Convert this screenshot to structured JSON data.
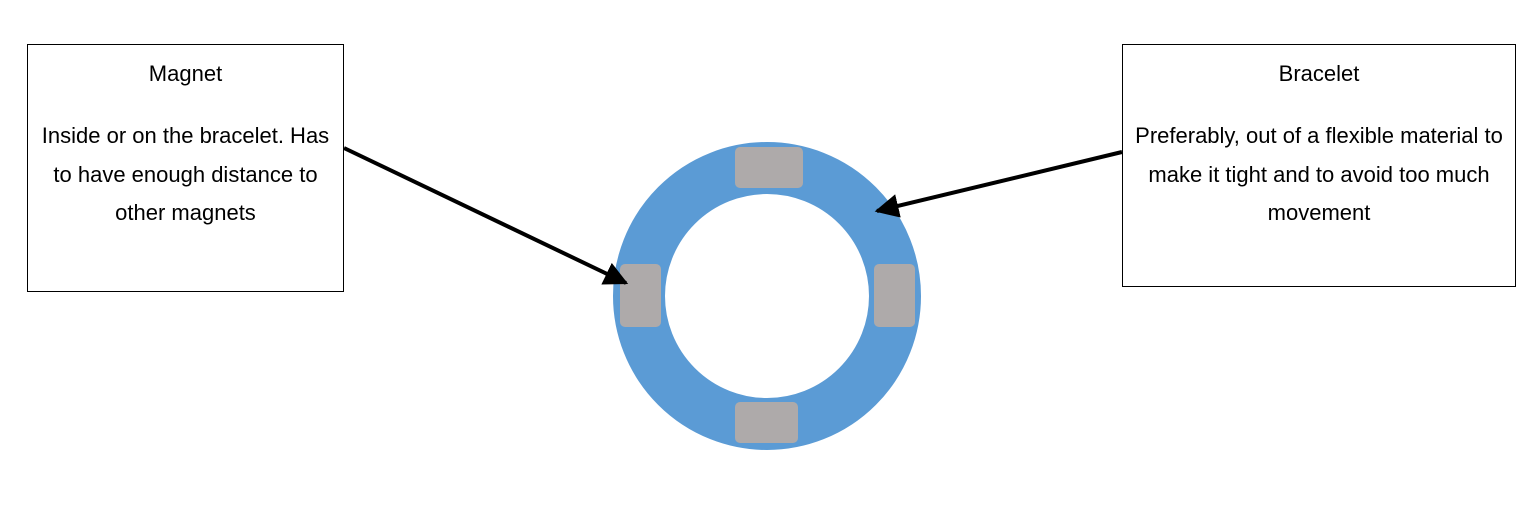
{
  "colors": {
    "ring": "#5b9bd5",
    "magnet": "#aeaaaa",
    "arrow": "#000000",
    "box_border": "#000000"
  },
  "magnet_callout": {
    "title": "Magnet",
    "description": "Inside or on the bracelet. Has to have enough distance to other magnets"
  },
  "bracelet_callout": {
    "title": "Bracelet",
    "description": "Preferably, out of a flexible material to make it tight and to avoid too much movement"
  },
  "diagram": {
    "magnet_count": 4
  }
}
